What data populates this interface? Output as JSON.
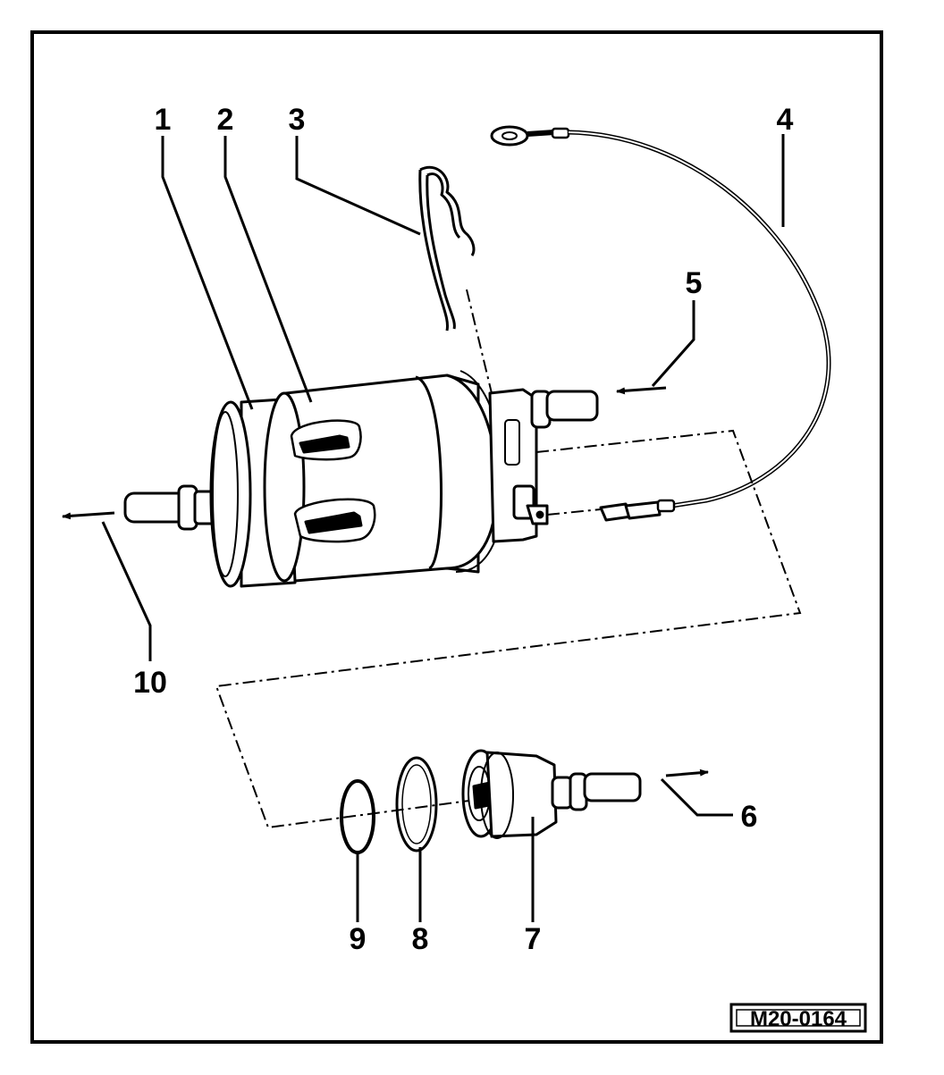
{
  "diagram": {
    "reference_code": "M20-0164",
    "callouts": [
      {
        "id": "1",
        "label": "1"
      },
      {
        "id": "2",
        "label": "2"
      },
      {
        "id": "3",
        "label": "3"
      },
      {
        "id": "4",
        "label": "4"
      },
      {
        "id": "5",
        "label": "5"
      },
      {
        "id": "6",
        "label": "6"
      },
      {
        "id": "7",
        "label": "7"
      },
      {
        "id": "8",
        "label": "8"
      },
      {
        "id": "9",
        "label": "9"
      },
      {
        "id": "10",
        "label": "10"
      }
    ]
  }
}
